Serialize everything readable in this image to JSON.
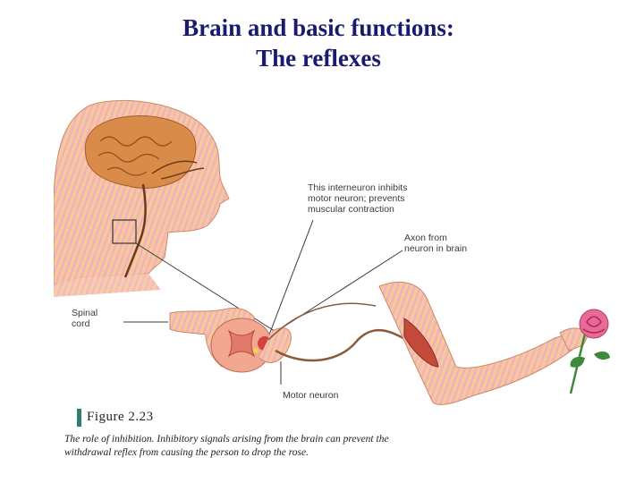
{
  "title": {
    "line1": "Brain and basic functions:",
    "line2": "The reflexes"
  },
  "figure": {
    "labels": {
      "interneuron": [
        "This interneuron inhibits",
        "motor neuron; prevents",
        "muscular contraction"
      ],
      "axon": [
        "Axon from",
        "neuron in brain"
      ],
      "spinal_cord": [
        "Spinal",
        "cord"
      ],
      "motor_neuron": "Motor neuron"
    },
    "figure_number": "Figure 2.23",
    "caption_line1": "The role of inhibition. Inhibitory signals arising from the brain can prevent the",
    "caption_line2": "withdrawal reflex from causing the person to drop the rose."
  },
  "colors": {
    "title": "#1a1a6e",
    "skin": "#f6c99a",
    "skin_stripe": "#f2a8b8",
    "brain": "#d98c4a",
    "rose": "#e86a96",
    "leaf": "#3f8a3a",
    "nerve": "#8a5a3a",
    "figure_bar": "#2e7d6e"
  }
}
